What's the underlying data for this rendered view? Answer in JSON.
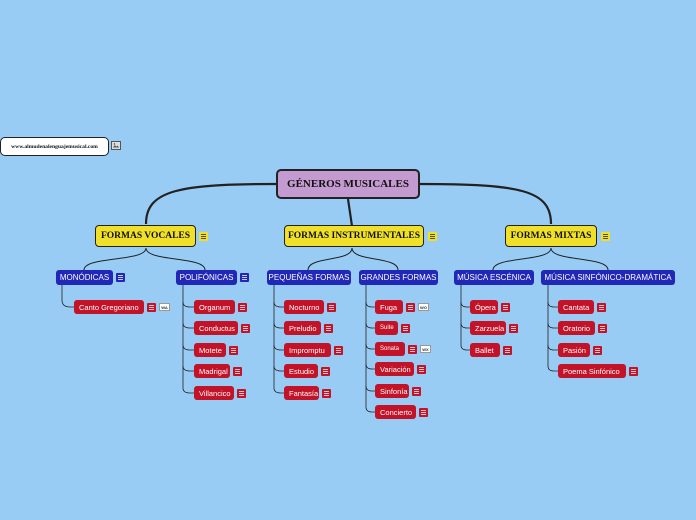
{
  "root": "GÉNEROS MUSICALES",
  "url": "www.almudenalenguajemusical.com",
  "mains": {
    "vocales": "FORMAS VOCALES",
    "instrumentales": "FORMAS INSTRUMENTALES",
    "mixtas": "FORMAS MIXTAS"
  },
  "subs": {
    "monodicas": "MONÓDICAS",
    "polifonicas": "POLIFÓNICAS",
    "pequenas": "PEQUEÑAS FORMAS",
    "grandes": "GRANDES FORMAS",
    "escenica": "MÚSICA ESCÉNICA",
    "sinfonico": "MÚSICA SINFÓNICO-DRAMÁTICA"
  },
  "leaves": {
    "monodicas": [
      "Canto Gregoriano"
    ],
    "polifonicas": [
      "Organum",
      "Conductus",
      "Motete",
      "Madrigal",
      "Villancico"
    ],
    "pequenas": [
      "Nocturno",
      "Preludio",
      "Impromptu",
      "Estudio",
      "Fantasía"
    ],
    "grandes": [
      "Fuga",
      "Suite",
      "Sonata",
      "Variación",
      "Sinfonía",
      "Concierto"
    ],
    "escenica": [
      "Ópera",
      "Zarzuela",
      "Ballet"
    ],
    "sinfonico": [
      "Cantata",
      "Oratorio",
      "Pasión",
      "Poema Sinfónico"
    ]
  },
  "attachments": {
    "canto": "WA",
    "fuga": "WO",
    "sonata": "WX"
  },
  "icons": {
    "note": "note-lines-icon",
    "image": "image-icon",
    "file": "file-icon"
  },
  "colors": {
    "background": "#99ccf5",
    "root": "#c49bd0",
    "main": "#f0e02a",
    "sub": "#2128b8",
    "leaf": "#c21328"
  }
}
